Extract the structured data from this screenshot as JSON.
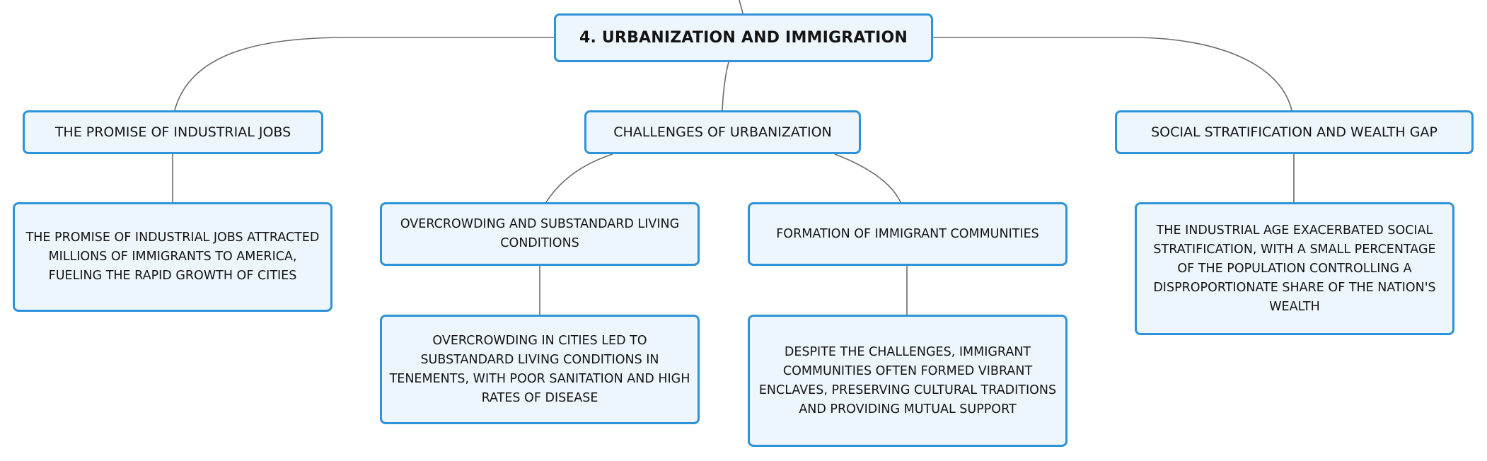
{
  "diagram": {
    "root": {
      "label": "4. URBANIZATION AND IMMIGRATION"
    },
    "branches": [
      {
        "topic": "THE PROMISE OF INDUSTRIAL JOBS",
        "detail": "THE PROMISE OF INDUSTRIAL JOBS ATTRACTED MILLIONS OF IMMIGRANTS TO AMERICA, FUELING THE RAPID GROWTH OF CITIES"
      },
      {
        "topic": "CHALLENGES OF URBANIZATION",
        "subtopics": [
          {
            "label": "OVERCROWDING AND SUBSTANDARD LIVING CONDITIONS",
            "detail": "OVERCROWDING IN CITIES LED TO SUBSTANDARD LIVING CONDITIONS IN TENEMENTS, WITH POOR SANITATION AND HIGH RATES OF DISEASE"
          },
          {
            "label": "FORMATION OF IMMIGRANT COMMUNITIES",
            "detail": "DESPITE THE CHALLENGES, IMMIGRANT COMMUNITIES OFTEN FORMED VIBRANT ENCLAVES, PRESERVING CULTURAL TRADITIONS AND PROVIDING MUTUAL SUPPORT"
          }
        ]
      },
      {
        "topic": "SOCIAL STRATIFICATION AND WEALTH GAP",
        "detail": "THE INDUSTRIAL AGE EXACERBATED SOCIAL STRATIFICATION, WITH A SMALL PERCENTAGE OF THE POPULATION CONTROLLING A DISPROPORTIONATE SHARE OF THE NATION'S WEALTH"
      }
    ],
    "colors": {
      "node_border": "#2e93d8",
      "node_fill": "#eef6fd",
      "connector": "#6b6b6b",
      "text": "#141414"
    }
  }
}
